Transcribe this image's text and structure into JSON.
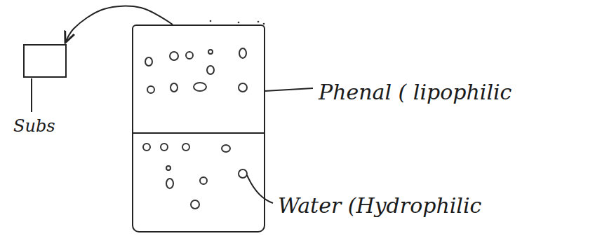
{
  "diagram": {
    "nodes": [
      {
        "text": [
          "Phenal ( lipophilic"
        ]
      },
      {
        "text": [
          "Water (Hydrophilic"
        ]
      },
      {
        "text": [
          "Subs"
        ]
      }
    ],
    "edges": [
      {
        "from": 0,
        "to": 2,
        "arrow": "to"
      }
    ]
  }
}
